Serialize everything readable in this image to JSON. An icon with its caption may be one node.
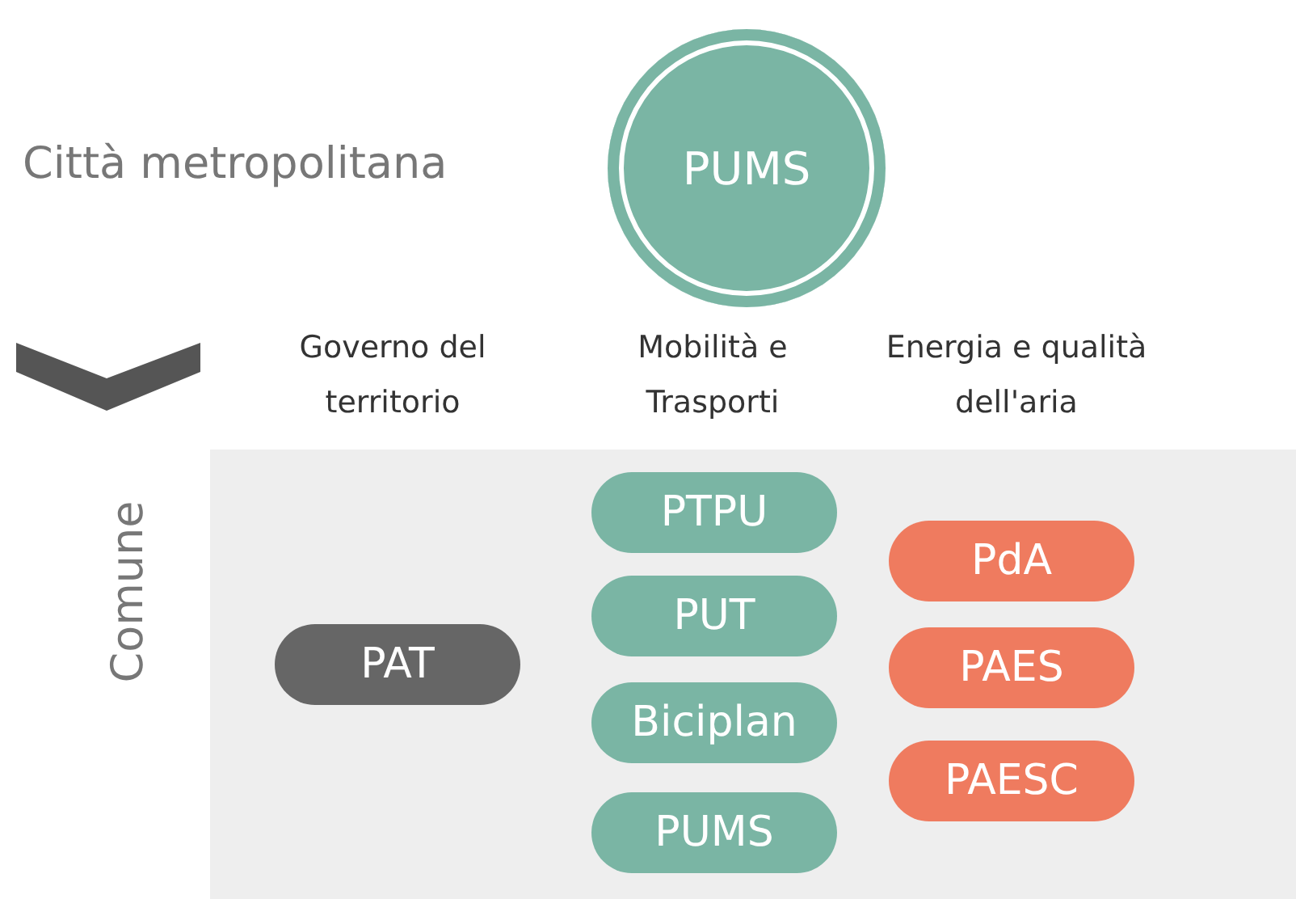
{
  "diagram": {
    "nodes": [
      {
        "text": [
          "PUMS"
        ]
      },
      {
        "text": [
          "Comune"
        ]
      },
      {
        "text": [
          "PAT"
        ],
        "in": 1
      },
      {
        "text": [
          "PTPU"
        ],
        "in": 1
      },
      {
        "text": [
          "PUT"
        ],
        "in": 1
      },
      {
        "text": [
          "Biciplan"
        ],
        "in": 1
      },
      {
        "text": [
          "PUMS"
        ],
        "in": 1
      },
      {
        "text": [
          "PdA"
        ],
        "in": 1
      },
      {
        "text": [
          "PAES"
        ],
        "in": 1
      },
      {
        "text": [
          "PAESC"
        ],
        "in": 1
      }
    ],
    "labels": [
      "Città metropolitana",
      "Governo del territorio",
      "Mobilità e Trasporti",
      "Energia e qualità dell'aria"
    ]
  }
}
